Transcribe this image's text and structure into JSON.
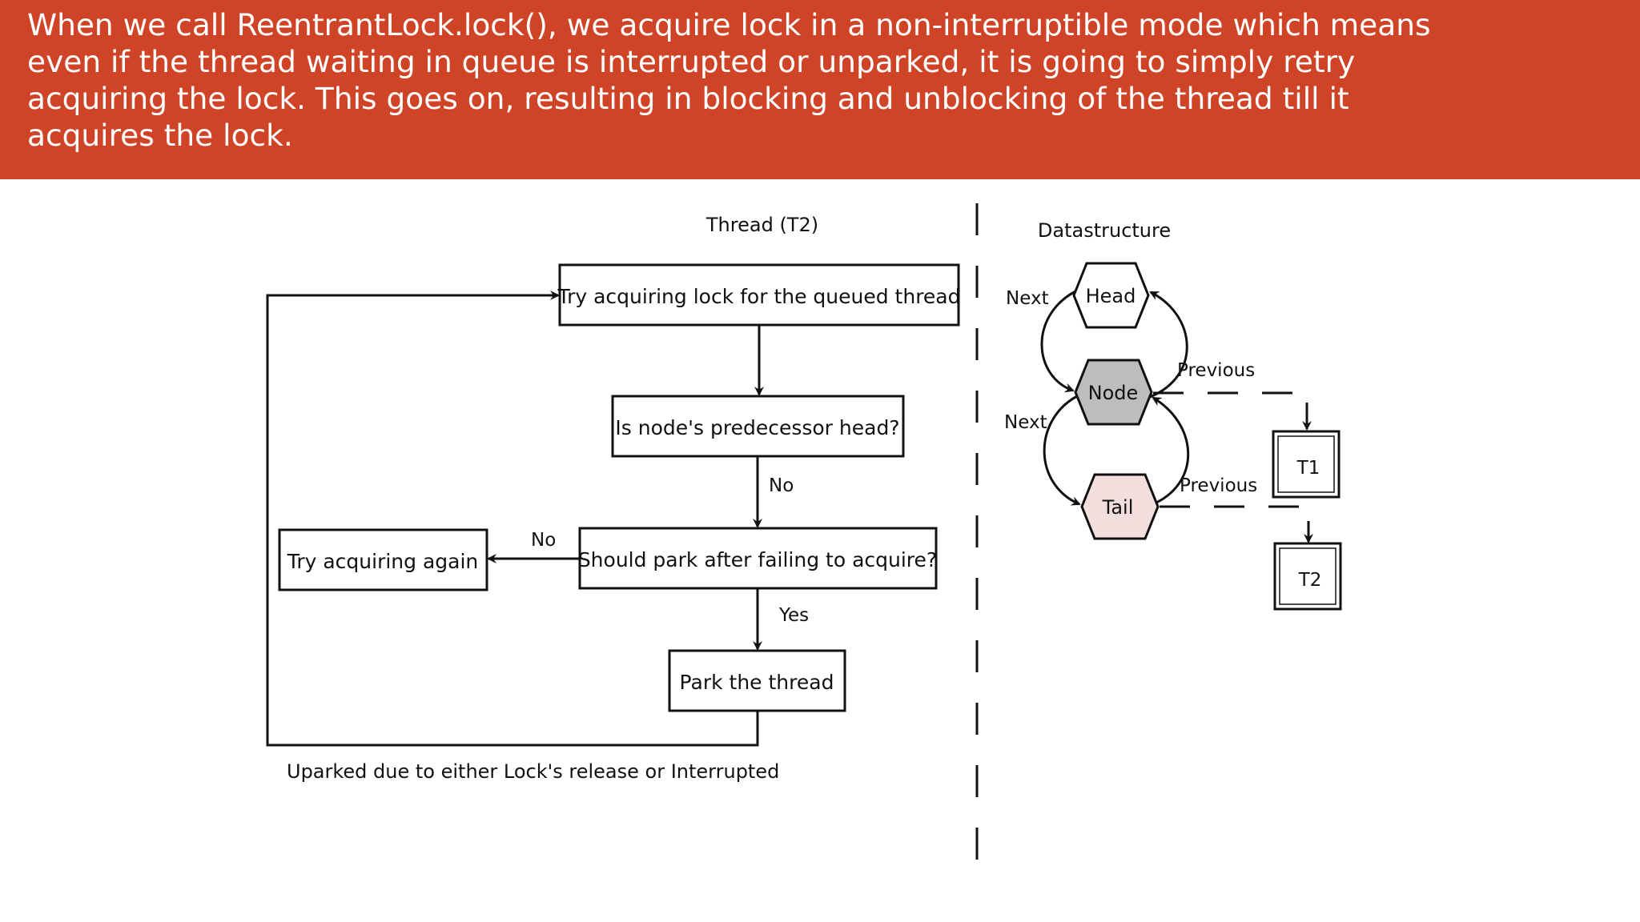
{
  "banner": {
    "text": "When we call ReentrantLock.lock(), we acquire lock in a non-interruptible mode which means\neven if the thread waiting in queue is interrupted or unparked, it is going to simply retry\nacquiring the lock. This goes on, resulting in blocking and unblocking of the thread till it\nacquires the lock.",
    "background_color": "#cf4427"
  },
  "flowchart": {
    "title": "Thread (T2)",
    "steps": {
      "try_acquire": "Try acquiring lock for the queued thread",
      "predecessor_check": "Is node's predecessor head?",
      "should_park": "Should park after failing to acquire?",
      "try_again": "Try acquiring again",
      "park": "Park the thread"
    },
    "edge_labels": {
      "pred_no": "No",
      "park_no": "No",
      "park_yes": "Yes"
    },
    "loop_label": "Uparked due to either Lock's release or Interrupted"
  },
  "datastructure": {
    "title": "Datastructure",
    "nodes": {
      "head": "Head",
      "node": "Node",
      "tail": "Tail"
    },
    "links": {
      "next_1": "Next",
      "next_2": "Next",
      "previous_1": "Previous",
      "previous_2": "Previous"
    },
    "threads": {
      "t1": "T1",
      "t2": "T2"
    },
    "colors": {
      "node_fill": "#bdbdbd",
      "tail_fill": "#f3dede",
      "head_fill": "#ffffff"
    }
  }
}
